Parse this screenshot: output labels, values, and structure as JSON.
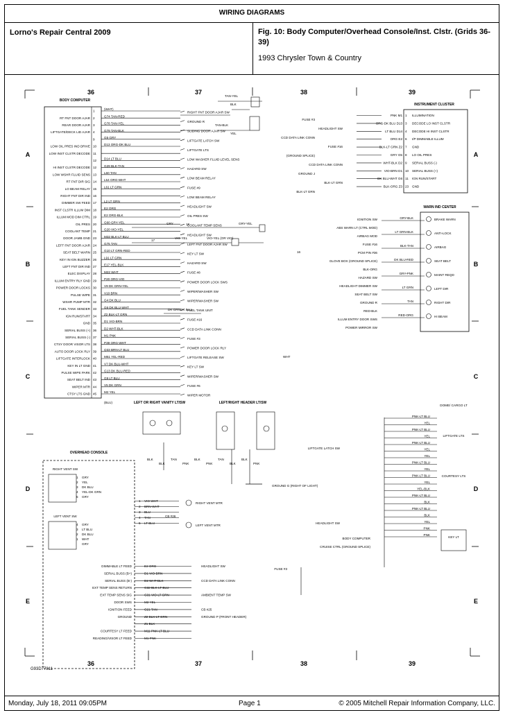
{
  "page_title": "WIRING DIAGRAMS",
  "header": {
    "source": "Lorno's Repair Central 2009",
    "figure": "Fig. 10: Body Computer/Overhead Console/Inst. Clstr. (Grids 36-39)",
    "vehicle": "1993 Chrysler Town & Country"
  },
  "footer": {
    "timestamp": "Monday, July 18, 2011  09:05PM",
    "page": "Page 1",
    "copyright": "© 2005 Mitchell Repair Information Company, LLC."
  },
  "diagram": {
    "grid_columns": [
      "36",
      "37",
      "38",
      "39"
    ],
    "grid_rows": [
      "A",
      "B",
      "C",
      "D",
      "E"
    ],
    "figure_code": "G93D77811",
    "body_computer": {
      "title": "BODY COMPUTER",
      "pins": [
        {
          "n": "1",
          "label": "",
          "wire": "(WHT)"
        },
        {
          "n": "2",
          "label": "RT FNT DOOR AJAR",
          "wire": "G74 TAN-RED"
        },
        {
          "n": "3",
          "label": "REAR DOOR AJAR",
          "wire": "G78 TAN-YEL"
        },
        {
          "n": "4",
          "label": "LIFTGATE/DECK LID AJAR",
          "wire": "G79 TAN-BLK"
        },
        {
          "n": "9",
          "label": "",
          "wire": "G5 GRY"
        },
        {
          "n": "10",
          "label": "LOW OIL PRES IND DRIVE",
          "wire": "D13 ORG-DK BLU"
        },
        {
          "n": "11",
          "label": "LOW INST CLSTR DECODE",
          "wire": ""
        },
        {
          "n": "12",
          "label": "",
          "wire": "D14 LT BLU"
        },
        {
          "n": "12",
          "label": "HI INST CLSTR DECODE",
          "wire": "G29 BLK-TAN"
        },
        {
          "n": "13",
          "label": "LOW WSHR FLUID SENS",
          "wire": "L60 TAN"
        },
        {
          "n": "14",
          "label": "RT FNT DIR SIG",
          "wire": "L54 ORG-WHT"
        },
        {
          "n": "15",
          "label": "LO BEAM RELAY",
          "wire": "L61 LT GRN"
        },
        {
          "n": "16",
          "label": "RIGHT FNT DIR IND",
          "wire": ""
        },
        {
          "n": "17",
          "label": "DIMMER SW FEED",
          "wire": "L2 LT GRN"
        },
        {
          "n": "18",
          "label": "INST CLSTR ILLUM DIM",
          "wire": "E2 ORG"
        },
        {
          "n": "19",
          "label": "ILLUM MOD DIM CTRL",
          "wire": "E2 ORG-BLK"
        },
        {
          "n": "20",
          "label": "OIL PRES",
          "wire": "G60 GRY-YEL"
        },
        {
          "n": "21",
          "label": "COOLANT TEMP",
          "wire": "G20 VIO-YEL"
        },
        {
          "n": "23",
          "label": "DOOR JAMB GND",
          "wire": "M32 BLK-LT BLU"
        },
        {
          "n": "24",
          "label": "LEFT FNT DOOR AJAR",
          "wire": "G75 TAN"
        },
        {
          "n": "25",
          "label": "SEAT BELT WARN",
          "wire": "G10 LT GRN-RED"
        },
        {
          "n": "26",
          "label": "KEY IN IGN BUZZER",
          "wire": "L91 LT GRN"
        },
        {
          "n": "27",
          "label": "LEFT FNT DIR IND",
          "wire": "E17 YEL-BLK"
        },
        {
          "n": "28",
          "label": "ELEC DISPLAY",
          "wire": "M22 WHT"
        },
        {
          "n": "29",
          "label": "ILLUM ENTRY RLY GND",
          "wire": "P20 ORG-VIO"
        },
        {
          "n": "30",
          "label": "POWER DOOR LOCKS",
          "wire": "V9 DK GRN-YEL"
        },
        {
          "n": "31",
          "label": "PULSE WIPE",
          "wire": "V10 BRN"
        },
        {
          "n": "32",
          "label": "WSHR PUMP MTR",
          "wire": "G4 DK BLU"
        },
        {
          "n": "33",
          "label": "FUEL TANK SENDER",
          "wire": "G6 DK BLU-WHT"
        },
        {
          "n": "34",
          "label": "IGN RUN/START",
          "wire": "Z2 BLK-LT GRN"
        },
        {
          "n": "35",
          "label": "GND",
          "wire": "D1 VIO-BRN"
        },
        {
          "n": "36",
          "label": "SERIAL BUSS (+)",
          "wire": "D2 WHT-BLK"
        },
        {
          "n": "37",
          "label": "SERIAL BUSS (-)",
          "wire": "M1 PNK"
        },
        {
          "n": "38",
          "label": "CTSY DOOR VISOR LTS",
          "wire": "P39 ORG-WHT"
        },
        {
          "n": "39",
          "label": "AUTO DOOR LOCK RLY",
          "wire": "Q33 BRN-LT BLU"
        },
        {
          "n": "40",
          "label": "LIFTGATE INTERLOCK",
          "wire": "M51 YEL-RED"
        },
        {
          "n": "41",
          "label": "KEY IN LT GND",
          "wire": "V7 DK BLU-WHT"
        },
        {
          "n": "42",
          "label": "PULSE WIPE PARK",
          "wire": "G13 DK BLU-RED"
        },
        {
          "n": "43",
          "label": "SEAT BELT IND",
          "wire": "G9 LT BLU"
        },
        {
          "n": "44",
          "label": "WIPER MTR",
          "wire": "V5 DK GRN"
        },
        {
          "n": "45",
          "label": "CTSY LTS GND",
          "wire": "M2 YEL"
        }
      ],
      "bottom": "(BLU)"
    },
    "left_labels": [
      "RIGHT FNT DOOR AJAR SW",
      "GROUND R",
      "SLIDING DOOR AJAR SW",
      "LIFTGATE LATCH SW",
      "LIFTGATE LTS",
      "LOW WASHER FLUID LEVEL SENS",
      "HAZARD SW",
      "LOW BEAM RELAY",
      "FUSE #9",
      "LOW BEAM RELAY",
      "HEADLIGHT SW",
      "OIL PRES SW",
      "COOLANT TEMP SENS",
      "HEADLIGHT SW",
      "LEFT FNT DOOR AJAR SW",
      "KEY LT SW",
      "HAZARD SW",
      "FUSE #8",
      "POWER DOOR LOCK SWS",
      "WIPER/WASHER SW",
      "WIPER/WASHER SW",
      "FUEL TANK UNIT",
      "FUSE #16",
      "CCD DATA LINK CONN",
      "FUSE #3",
      "POWER DOOR LOCK RLY",
      "LIFTGATE RELEASE SW",
      "KEY LT SW",
      "WIPER/WASHER SW",
      "FUSE #6",
      "WIPER MOTOR"
    ],
    "wire_inline": {
      "tan_yel": "TAN-YEL",
      "blk": "BLK",
      "tan_blk": "TAN-BLK",
      "yel": "YEL",
      "gry": "GRY",
      "gry_yel": "GRY-YEL",
      "vio_yel": "VIO-YEL",
      "vio_yel_or": "VIO-YEL (OR VIO)",
      "dk_grn": "DK GRN",
      "dk_blu": "DK BLU",
      "num_18": "18",
      "num_17": "17",
      "num_16": "16",
      "wht": "WHT"
    },
    "instrument_cluster": {
      "title": "INSTRUMENT CLUSTER",
      "pins": [
        {
          "n": "1",
          "label": "ILLUMINATION",
          "wire": "PNK M1"
        },
        {
          "n": "3",
          "label": "DECODE LO INST CLSTR",
          "wire": "ORG-DK BLU D13"
        },
        {
          "n": "4",
          "label": "DECODE HI INST CLSTR",
          "wire": "LT BLU D14"
        },
        {
          "n": "6",
          "label": "I/P DIMMABLE ILLUM",
          "wire": "ORG E2"
        },
        {
          "n": "7",
          "label": "GND",
          "wire": "BLK-LT GRN Z2"
        },
        {
          "n": "8",
          "label": "LO OIL PRES",
          "wire": "GRY G5"
        },
        {
          "n": "9",
          "label": "SERIAL BUSS (-)",
          "wire": "WHT-BLK D2"
        },
        {
          "n": "10",
          "label": "SERIAL BUSS (+)",
          "wire": "VIO-BRN D1"
        },
        {
          "n": "11",
          "label": "IGN RUN/START",
          "wire": "DK BLU-WHT G6"
        },
        {
          "n": "23",
          "label": "GND",
          "wire": "BLK-ORG Z3"
        }
      ],
      "external": [
        "FUSE #3",
        "HEADLIGHT SW",
        "CCD DATA LINK CONN",
        "FUSE #16",
        "(GROUND SPLICE)",
        "CCD DATA LINK CONN",
        "GROUND J",
        "BLK-LT GRN",
        "BLK-LT GRN"
      ]
    },
    "warn_ind_center": {
      "title": "WARN IND CENTER",
      "pins": [
        {
          "label": "BRAKE WARN",
          "wire": "GRY-BLK"
        },
        {
          "label": "ANTI-LOCK",
          "wire": "LT GRN-BLK"
        },
        {
          "label": "AIRBAG",
          "wire": "BLK-TAN"
        },
        {
          "label": "SEAT BELT",
          "wire": "DK BLU-RED"
        },
        {
          "label": "MAINT REQD",
          "wire": "GRY-PNK"
        },
        {
          "label": "LEFT DIR",
          "wire": "LT GRN"
        },
        {
          "label": "RIGHT DIR",
          "wire": "TAN"
        },
        {
          "label": "HI BEAM",
          "wire": "RED-ORG"
        }
      ],
      "sources": [
        "IGNITION SW",
        "ABS WARN LT (CTRL MOD)",
        "AIRBAG MOD",
        "FUSE #16",
        "PCM PIN #36",
        "GLOVE BOX (GROUND SPLICE)",
        "BLK-ORG",
        "HAZARD SW",
        "HEADLIGHT DIMMER SW",
        "SEAT BELT SW",
        "GROUND R",
        "RED-BLK",
        "ILLUM ENTRY DOOR SWS",
        "POWER MIRROR SW"
      ]
    },
    "middle": {
      "vanity": "LEFT OR RIGHT VANITY LT/SW",
      "header": "LEFT/RIGHT HEADER LT/SW",
      "ground": "GROUND G (RIGHT OF LIGHT)",
      "colors": [
        "BLK",
        "BLK",
        "TAN",
        "PNK",
        "BLK",
        "PNK",
        "TAN",
        "BLK",
        "BLK",
        "PNK"
      ]
    },
    "overhead": {
      "title": "OVERHEAD CONSOLE",
      "right_vent": "RIGHT VENT SW",
      "left_vent": "LEFT VENT SW",
      "right_mtr": "RIGHT VENT MTR",
      "left_mtr": "LEFT VENT MTR",
      "cb": "CB #26",
      "right_pins": [
        {
          "n": "1",
          "wire": "GRY"
        },
        {
          "n": "2",
          "wire": "YEL"
        },
        {
          "n": "3",
          "wire": "DK BLU"
        },
        {
          "n": "4",
          "wire": "YEL-DK GRN"
        },
        {
          "n": "5",
          "wire": "GRY"
        }
      ],
      "mid_pins": [
        {
          "n": "1",
          "wire": "VIO-WHT"
        },
        {
          "n": "2",
          "wire": "BRN-WHT"
        },
        {
          "n": "3",
          "wire": "BLU"
        },
        {
          "n": "4",
          "wire": "TAN"
        },
        {
          "n": "5",
          "wire": "LT BLU"
        }
      ],
      "left_pins": [
        {
          "n": "4",
          "wire": "GRY"
        },
        {
          "n": "3",
          "wire": "LT BLU"
        },
        {
          "n": "2",
          "wire": "DK BLU"
        },
        {
          "n": "1",
          "wire": "WHT"
        },
        {
          "n": "",
          "wire": "GRY"
        }
      ],
      "lower": [
        {
          "label": "DIMMABLE LT FEED",
          "wire": "E2 ORG",
          "dest": "HEADLIGHT SW"
        },
        {
          "label": "SERIAL BUSS (B+)",
          "wire": "D1 VIO-BRN",
          "dest": ""
        },
        {
          "label": "SERIAL BUSS (B-)",
          "wire": "D2 WHT-BLK",
          "dest": "CCD DATA LINK CONN"
        },
        {
          "label": "EXT TEMP SENS RETURN",
          "wire": "G32 BLK-LT BLU",
          "dest": ""
        },
        {
          "label": "EXT TEMP SENS SIG",
          "wire": "G31 VIO-LT GRN",
          "dest": "AMBIENT TEMP SW"
        },
        {
          "label": "DOOR SWS",
          "wire": "M2 YEL",
          "dest": ""
        },
        {
          "label": "IGNITION FEED",
          "wire": "G21 TAN",
          "dest": "CB #25"
        },
        {
          "label": "GROUND",
          "wire": "Z2 BLK-LT GRN",
          "dest": "GROUND P (FRONT HEADER)"
        },
        {
          "label": "",
          "wire": "Z1 BLK",
          "dest": ""
        },
        {
          "label": "COURTESY LT FEED",
          "wire": "M11 PNK-LT BLU",
          "dest": ""
        },
        {
          "label": "READING/VISOR LT FEED",
          "wire": "M1 PNK",
          "dest": ""
        }
      ]
    },
    "right_lower": {
      "dome": "DOME/ CARGO LT",
      "liftgate_lts": "LIFTGATE LTS",
      "courtesy": "COURTESY LTS",
      "key_lt": "KEY LT",
      "labels": [
        "LIFTGATE LATCH SW",
        "HEADLIGHT SW",
        "BODY COMPUTER",
        "CRUISE CTRL (GROUND SPLICE)",
        "FUSE #3"
      ],
      "wires": [
        "PNK-LT BLU",
        "YEL",
        "PNK-LT BLU",
        "YEL",
        "PNK-LT BLU",
        "YEL",
        "YEL",
        "PNK-LT BLU",
        "YEL",
        "PNK-LT BLU",
        "YEL",
        "YEL-BLK",
        "PNK-LT BLU",
        "BLK",
        "PNK-LT BLU",
        "BLK",
        "YEL",
        "PNK",
        "PNK"
      ]
    }
  }
}
